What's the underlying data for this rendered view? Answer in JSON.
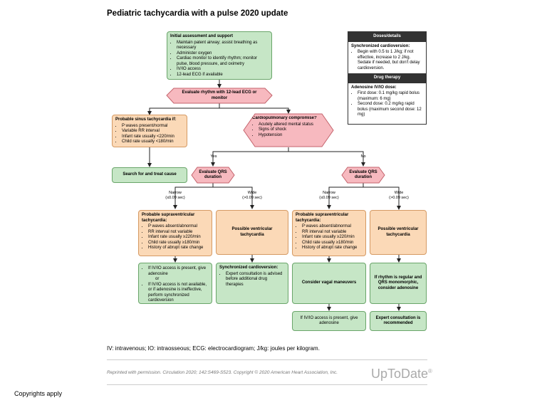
{
  "title": "Pediatric tachycardia with a pulse 2020 update",
  "initial": {
    "heading": "Initial assessment and support",
    "items": [
      "Maintain patent airway; assist breathing as necessary",
      "Administer oxygen",
      "Cardiac monitor to identify rhythm; monitor pulse, blood pressure, and oximetry",
      "IV/IO access",
      "12-lead ECG if available"
    ]
  },
  "evaluate_rhythm": "Evaluate rhythm with 12-lead ECG or monitor",
  "sinus": {
    "heading": "Probable sinus tachycardia if:",
    "items": [
      "P waves present/normal",
      "Variable RR interval",
      "Infant rate usually <220/min",
      "Child rate usually <180/min"
    ]
  },
  "cardiopulmonary": {
    "heading": "Cardiopulmonary compromise?",
    "items": [
      "Acutely altered mental status",
      "Signs of shock",
      "Hypotension"
    ]
  },
  "search_treat": "Search for and treat cause",
  "yes_label": "Yes",
  "no_label": "No",
  "evaluate_qrs": "Evaluate QRS duration",
  "narrow_label": "Narrow",
  "narrow_range": "(≤0.09 sec)",
  "wide_label": "Wide",
  "wide_range": "(>0.09 sec)",
  "svt": {
    "heading": "Probable supraventricular tachycardia:",
    "items": [
      "P waves absent/abnormal",
      "RR interval not variable",
      "Infant rate usually ≥220/min",
      "Child rate usually ≥180/min",
      "History of abrupt rate change"
    ]
  },
  "vt": "Possible ventricular tachycardia",
  "adenosine_yes": [
    "If IV/IO access is present, give adenosine",
    "or",
    "If IV/IO access is not available, or if adenosine is ineffective, perform synchronized cardioversion"
  ],
  "sync_cardioversion": {
    "heading": "Synchronized cardioversion:",
    "items": [
      "Expert consultation is advised before additional drug therapies"
    ]
  },
  "vagal": "Consider vagal maneuvers",
  "rhythm_regular": "If rhythm is regular and QRS monomorphic, consider adenosine",
  "adenosine_no": "If IV/IO access is present, give adenosine",
  "expert": "Expert consultation is recommended",
  "doses": {
    "header": "Doses/details",
    "sync_heading": "Synchronized cardioversion:",
    "sync_items": [
      "Begin with 0.5 to 1 J/kg; if not effective, increase to 2 J/kg. Sedate if needed, but don't delay cardioversion."
    ],
    "drug_header": "Drug therapy",
    "aden_heading": "Adenosine IV/IO dose:",
    "aden_items": [
      "First dose: 0.1 mg/kg rapid bolus (maximum: 6 mg)",
      "Second dose: 0.2 mg/kg rapid bolus (maximum second dose: 12 mg)"
    ]
  },
  "footnote": "IV: intravenous; IO: intraosseous; ECG: electrocardiogram; J/kg: joules per kilogram.",
  "reprint": "Reprinted with permission. Circulation 2020; 142:S469-S523. Copyright © 2020 American Heart Association, Inc.",
  "logo": "UpToDate",
  "logo_mark": "®",
  "copyright": "Copyrights apply",
  "colors": {
    "green": "#c6e6c6",
    "orange": "#fbd9b7",
    "pink": "#f7b9bf",
    "dark": "#333333"
  }
}
